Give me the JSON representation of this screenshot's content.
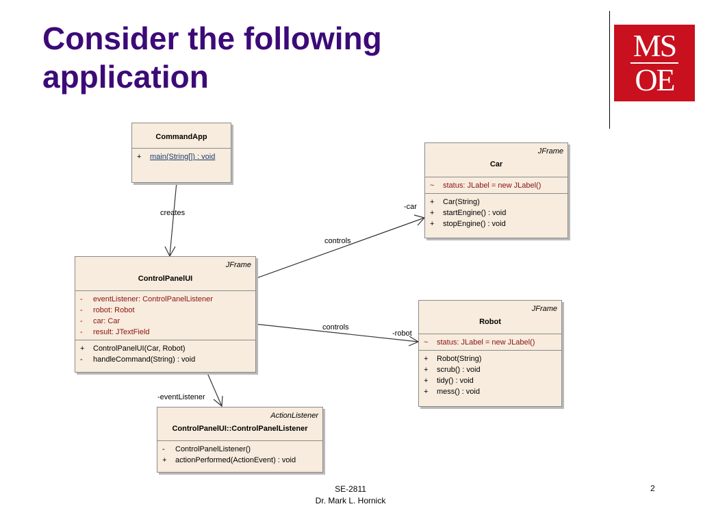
{
  "slide": {
    "title_line1": "Consider the following",
    "title_line2": "application",
    "logo": "MSOE",
    "footer_course": "SE-2811",
    "footer_author": "Dr. Mark L. Hornick",
    "page_number": "2"
  },
  "classes": {
    "commandapp": {
      "name": "CommandApp",
      "operations": [
        {
          "vis": "+",
          "text": "main(String[]) : void"
        }
      ]
    },
    "car": {
      "stereotype": "JFrame",
      "name": "Car",
      "attributes": [
        {
          "vis": "~",
          "text": "status:  JLabel = new JLabel()"
        }
      ],
      "operations": [
        {
          "vis": "+",
          "text": "Car(String)"
        },
        {
          "vis": "+",
          "text": "startEngine() : void"
        },
        {
          "vis": "+",
          "text": "stopEngine() : void"
        }
      ]
    },
    "controlpanelui": {
      "stereotype": "JFrame",
      "name": "ControlPanelUI",
      "attributes": [
        {
          "vis": "-",
          "text": "eventListener:  ControlPanelListener"
        },
        {
          "vis": "-",
          "text": "robot:  Robot"
        },
        {
          "vis": "-",
          "text": "car:  Car"
        },
        {
          "vis": "-",
          "text": "result:  JTextField"
        }
      ],
      "operations": [
        {
          "vis": "+",
          "text": "ControlPanelUI(Car, Robot)"
        },
        {
          "vis": "-",
          "text": "handleCommand(String) : void"
        }
      ]
    },
    "robot": {
      "stereotype": "JFrame",
      "name": "Robot",
      "attributes": [
        {
          "vis": "~",
          "text": "status:  JLabel = new JLabel()"
        }
      ],
      "operations": [
        {
          "vis": "+",
          "text": "Robot(String)"
        },
        {
          "vis": "+",
          "text": "scrub() : void"
        },
        {
          "vis": "+",
          "text": "tidy() : void"
        },
        {
          "vis": "+",
          "text": "mess() : void"
        }
      ]
    },
    "listener": {
      "stereotype": "ActionListener",
      "name": "ControlPanelUI::ControlPanelListener",
      "operations": [
        {
          "vis": "-",
          "text": "ControlPanelListener()"
        },
        {
          "vis": "+",
          "text": "actionPerformed(ActionEvent) : void"
        }
      ]
    }
  },
  "edges": {
    "creates": "creates",
    "controls_car": "controls",
    "car_role": "-car",
    "controls_robot": "controls",
    "robot_role": "-robot",
    "listener_role": "-eventListener"
  }
}
